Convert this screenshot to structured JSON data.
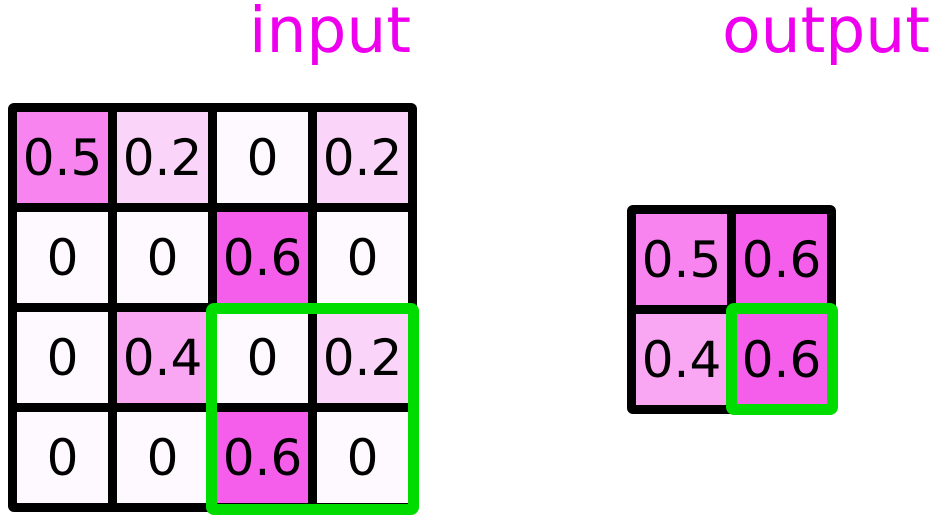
{
  "titles": {
    "input": "input",
    "output": "output"
  },
  "colors": {
    "title_text": "#EE00EE",
    "grid_lines": "#000000",
    "cell_text": "#000000",
    "highlight_box": "#00DC00",
    "background": "#FFFFFF",
    "value_colors": {
      "0": "#FEF9FE",
      "0.2": "#FBD4F9",
      "0.4": "#F9A6F3",
      "0.5": "#F884F0",
      "0.6": "#F55EEB"
    }
  },
  "input_grid": {
    "rows": [
      [
        "0.5",
        "0.2",
        "0",
        "0.2"
      ],
      [
        "0",
        "0",
        "0.6",
        "0"
      ],
      [
        "0",
        "0.4",
        "0",
        "0.2"
      ],
      [
        "0",
        "0",
        "0.6",
        "0"
      ]
    ]
  },
  "output_grid": {
    "rows": [
      [
        "0.5",
        "0.6"
      ],
      [
        "0.4",
        "0.6"
      ]
    ]
  },
  "highlight": {
    "input_window": {
      "row_start": 3,
      "col_start": 3,
      "row_end": 4,
      "col_end": 4
    },
    "output_cell": {
      "row": 2,
      "col": 2
    }
  },
  "chart_data": [
    {
      "type": "heatmap",
      "title": "input",
      "matrix": [
        [
          0.5,
          0.2,
          0,
          0.2
        ],
        [
          0,
          0,
          0.6,
          0
        ],
        [
          0,
          0.4,
          0,
          0.2
        ],
        [
          0,
          0,
          0.6,
          0
        ]
      ],
      "vmin": 0,
      "vmax": 0.6,
      "colormap": "white-to-magenta"
    },
    {
      "type": "heatmap",
      "title": "output",
      "matrix": [
        [
          0.5,
          0.6
        ],
        [
          0.4,
          0.6
        ]
      ],
      "vmin": 0,
      "vmax": 0.6,
      "colormap": "white-to-magenta"
    }
  ]
}
